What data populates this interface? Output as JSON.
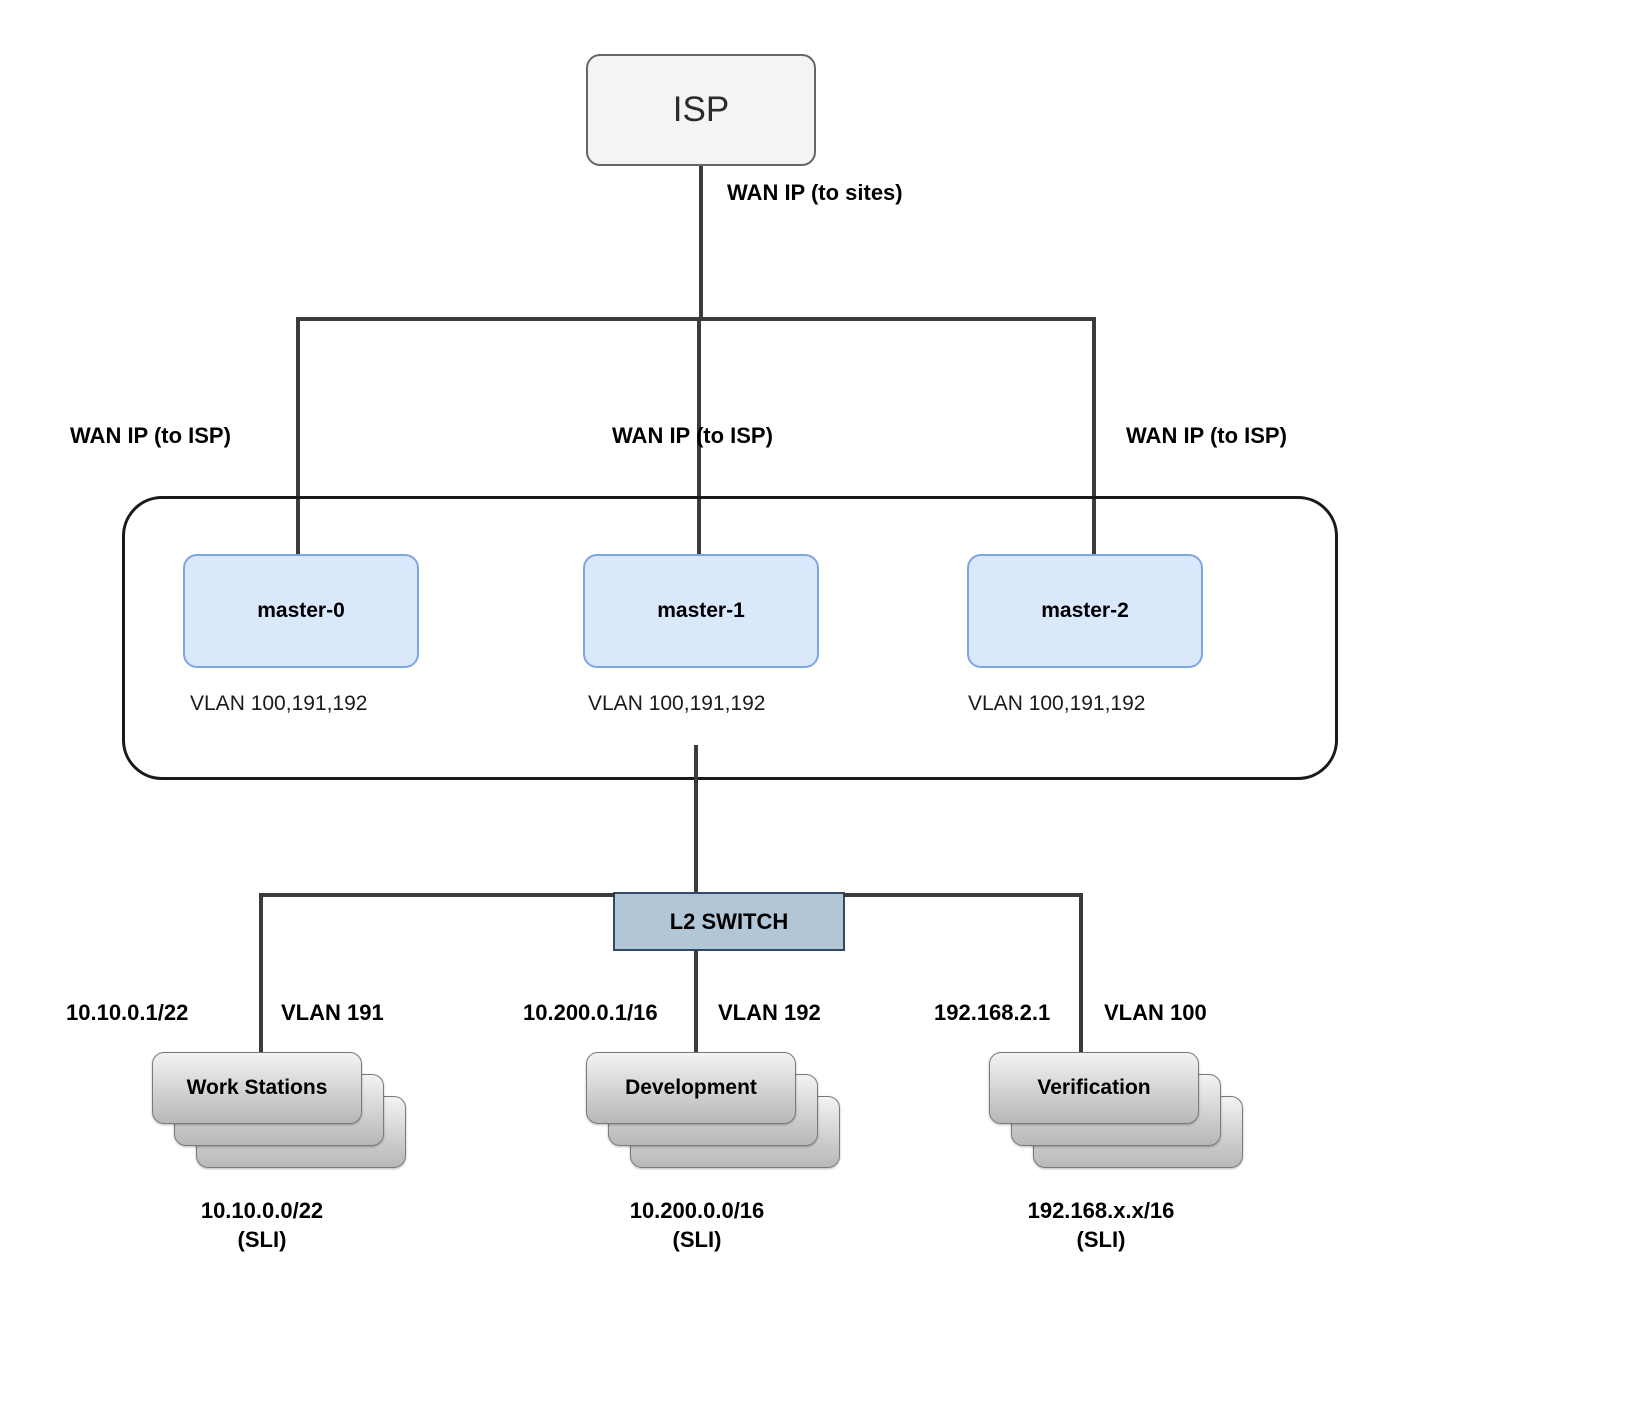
{
  "diagram": {
    "title": "Network topology",
    "colors": {
      "isp_fill": "#f4f4f4",
      "isp_stroke": "#666666",
      "master_fill": "#dae8fc",
      "master_stroke": "#7ea6e0",
      "switch_fill": "#b3c6d6",
      "switch_stroke": "#2f4a66",
      "line": "#3b3b3b",
      "container_stroke": "#1a1a1a"
    }
  },
  "isp": {
    "label": "ISP",
    "uplink_label": "WAN IP (to sites)"
  },
  "wan_links": [
    {
      "label": "WAN IP (to ISP)"
    },
    {
      "label": "WAN IP (to ISP)"
    },
    {
      "label": "WAN IP (to ISP)"
    }
  ],
  "masters": [
    {
      "name": "master-0",
      "vlans": "VLAN 100,191,192"
    },
    {
      "name": "master-1",
      "vlans": "VLAN 100,191,192"
    },
    {
      "name": "master-2",
      "vlans": "VLAN 100,191,192"
    }
  ],
  "switch": {
    "label": "L2 SWITCH"
  },
  "segments": [
    {
      "name": "Work Stations",
      "gateway": "10.10.0.1/22",
      "vlan": "VLAN 191",
      "subnet": "10.10.0.0/22",
      "note": "(SLI)"
    },
    {
      "name": "Development",
      "gateway": "10.200.0.1/16",
      "vlan": "VLAN 192",
      "subnet": "10.200.0.0/16",
      "note": "(SLI)"
    },
    {
      "name": "Verification",
      "gateway": "192.168.2.1",
      "vlan": "VLAN 100",
      "subnet": "192.168.x.x/16",
      "note": "(SLI)"
    }
  ]
}
